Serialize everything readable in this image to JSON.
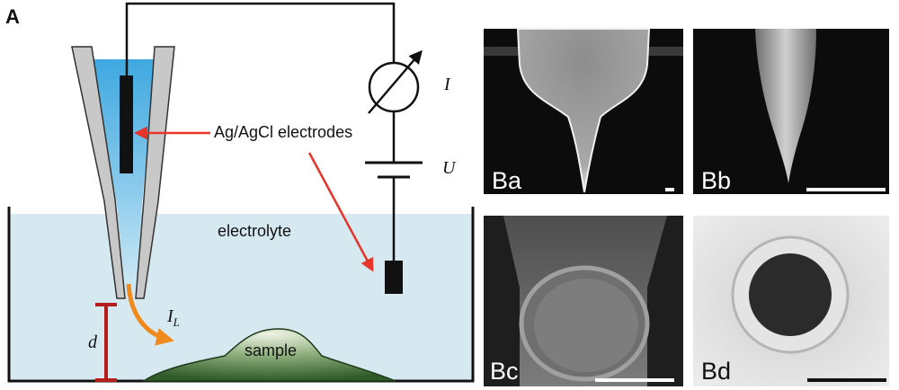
{
  "panel_a": {
    "letter": "A",
    "electrodes_label": "Ag/AgCl electrodes",
    "electrolyte_label": "electrolyte",
    "sample_label": "sample",
    "current_symbol": "I",
    "voltage_symbol": "U",
    "distance_symbol": "d",
    "ion_current_symbol": "I",
    "ion_current_subscript": "L"
  },
  "panel_b": {
    "images": [
      {
        "label": "Ba"
      },
      {
        "label": "Bb"
      },
      {
        "label": "Bc"
      },
      {
        "label": "Bd"
      }
    ]
  },
  "colors": {
    "electrolyte": "#d7e9f0",
    "pipette_wall": "#c8c8c8",
    "pipette_fill": "#5ab4e4",
    "arrow_red": "#e8352a",
    "arrow_orange": "#f08a1c",
    "distance_bar": "#b51c1c",
    "sample_green": "#3f6f35",
    "electrode_black": "#111111"
  }
}
